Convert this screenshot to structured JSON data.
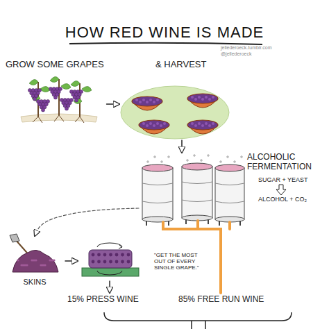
{
  "diagram": {
    "title": "HOW RED WINE IS MADE",
    "nodes": [
      {
        "text": [
          "GROW SOME GRAPES"
        ]
      },
      {
        "text": [
          "& HARVEST"
        ]
      },
      {
        "text": [
          "ALCOHOLIC FERMENTATION",
          "SUGAR + YEAST",
          "ALCOHOL + CO₂"
        ]
      },
      {
        "text": [
          "SKINS"
        ]
      },
      {
        "text": [
          "\"GET THE MOST OUT OF EVERY SINGLE GRAPE.\""
        ]
      },
      {
        "text": [
          "15% PRESS WINE"
        ]
      },
      {
        "text": [
          "85% FREE RUN WINE"
        ]
      }
    ],
    "edges": [
      {
        "from": 0,
        "to": 1,
        "arrow": "to"
      },
      {
        "from": 1,
        "to": 2,
        "arrow": "to"
      },
      {
        "from": 2,
        "to": 3,
        "arrow": "to"
      },
      {
        "from": 3,
        "to": 4,
        "arrow": "to"
      },
      {
        "from": 4,
        "to": 5,
        "arrow": "to"
      },
      {
        "from": 2,
        "to": 6,
        "arrow": "none"
      }
    ],
    "labels": [
      "jellederoeck.tumblr.com",
      "@jellederoeck"
    ]
  }
}
